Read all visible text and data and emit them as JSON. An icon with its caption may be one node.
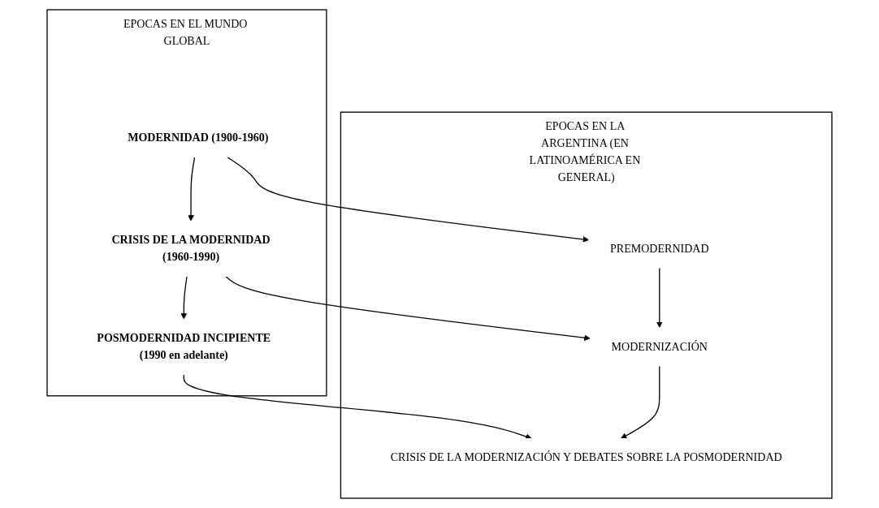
{
  "diagram": {
    "nodes": [
      {
        "text": [
          "EPOCAS EN EL MUNDO GLOBAL"
        ]
      },
      {
        "text": [
          "MODERNIDAD (1900-1960)"
        ],
        "in": 0
      },
      {
        "text": [
          "CRISIS DE LA MODERNIDAD",
          "(1960-1990)"
        ],
        "in": 0
      },
      {
        "text": [
          "POSMODERNIDAD INCIPIENTE",
          "(1990 en adelante)"
        ],
        "in": 0
      },
      {
        "text": [
          "EPOCAS EN LA ARGENTINA (EN LATINOAMÉRICA EN GENERAL)"
        ]
      },
      {
        "text": [
          "PREMODERNIDAD"
        ],
        "in": 4
      },
      {
        "text": [
          "MODERNIZACIÓN"
        ],
        "in": 4
      },
      {
        "text": [
          "CRISIS DE LA MODERNIZACIÓN Y DEBATES SOBRE LA POSMODERNIDAD"
        ],
        "in": 4
      }
    ],
    "edges": [
      {
        "from": 1,
        "to": 2,
        "arrow": "to"
      },
      {
        "from": 2,
        "to": 3,
        "arrow": "to"
      },
      {
        "from": 1,
        "to": 5,
        "arrow": "to"
      },
      {
        "from": 2,
        "to": 6,
        "arrow": "to"
      },
      {
        "from": 3,
        "to": 7,
        "arrow": "to"
      },
      {
        "from": 5,
        "to": 6,
        "arrow": "to"
      },
      {
        "from": 6,
        "to": 7,
        "arrow": "to"
      }
    ]
  }
}
